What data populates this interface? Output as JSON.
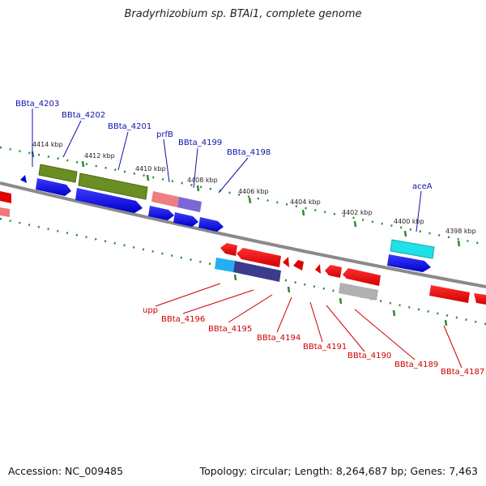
{
  "title": "Bradyrhizobium sp. BTAi1, complete genome",
  "footer": {
    "accession": "Accession: NC_009485",
    "topology": "Topology: circular; Length: 8,264,687 bp; Genes: 7,463"
  },
  "colors": {
    "backbone": "#8a8a8a",
    "ticks": "#2e8b2e",
    "forward_label": "#1010b0",
    "reverse_label": "#cc0000"
  },
  "kbp_labels": [
    "4414 kbp",
    "4412 kbp",
    "4410 kbp",
    "4408 kbp",
    "4406 kbp",
    "4404 kbp",
    "4402 kbp",
    "4400 kbp",
    "4398 kbp"
  ],
  "forward_genes": [
    {
      "name": "BBta_4203"
    },
    {
      "name": "BBta_4202"
    },
    {
      "name": "BBta_4201"
    },
    {
      "name": "prfB"
    },
    {
      "name": "BBta_4199"
    },
    {
      "name": "BBta_4198"
    },
    {
      "name": "aceA"
    }
  ],
  "reverse_genes": [
    {
      "name": "upp"
    },
    {
      "name": "BBta_4196"
    },
    {
      "name": "BBta_4195"
    },
    {
      "name": "BBta_4194"
    },
    {
      "name": "BBta_4191"
    },
    {
      "name": "BBta_4190"
    },
    {
      "name": "BBta_4189"
    },
    {
      "name": "BBta_4187"
    }
  ]
}
